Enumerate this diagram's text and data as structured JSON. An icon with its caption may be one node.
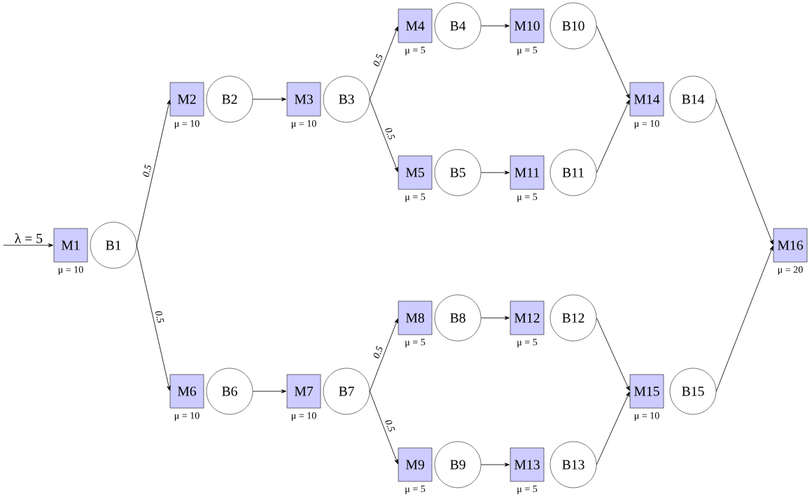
{
  "diagram": {
    "nodes": [
      {
        "text": [
          "M1"
        ],
        "beside": [
          "μ = 10"
        ]
      },
      {
        "text": [
          "B1"
        ]
      },
      {
        "text": [
          "M2"
        ],
        "beside": [
          "μ = 10"
        ]
      },
      {
        "text": [
          "B2"
        ]
      },
      {
        "text": [
          "M3"
        ],
        "beside": [
          "μ = 10"
        ]
      },
      {
        "text": [
          "B3"
        ]
      },
      {
        "text": [
          "M4"
        ],
        "beside": [
          "μ = 5"
        ]
      },
      {
        "text": [
          "B4"
        ]
      },
      {
        "text": [
          "M5"
        ],
        "beside": [
          "μ = 5"
        ]
      },
      {
        "text": [
          "B5"
        ]
      },
      {
        "text": [
          "M6"
        ],
        "beside": [
          "μ = 10"
        ]
      },
      {
        "text": [
          "B6"
        ]
      },
      {
        "text": [
          "M7"
        ],
        "beside": [
          "μ = 10"
        ]
      },
      {
        "text": [
          "B7"
        ]
      },
      {
        "text": [
          "M8"
        ],
        "beside": [
          "μ = 5"
        ]
      },
      {
        "text": [
          "B8"
        ]
      },
      {
        "text": [
          "M9"
        ],
        "beside": [
          "μ = 5"
        ]
      },
      {
        "text": [
          "B9"
        ]
      },
      {
        "text": [
          "M10"
        ],
        "beside": [
          "μ = 5"
        ]
      },
      {
        "text": [
          "B10"
        ]
      },
      {
        "text": [
          "M11"
        ],
        "beside": [
          "μ = 5"
        ]
      },
      {
        "text": [
          "B11"
        ]
      },
      {
        "text": [
          "M12"
        ],
        "beside": [
          "μ = 5"
        ]
      },
      {
        "text": [
          "B12"
        ]
      },
      {
        "text": [
          "M13"
        ],
        "beside": [
          "μ = 5"
        ]
      },
      {
        "text": [
          "B13"
        ]
      },
      {
        "text": [
          "M14"
        ],
        "beside": [
          "μ = 10"
        ]
      },
      {
        "text": [
          "B14"
        ]
      },
      {
        "text": [
          "M15"
        ],
        "beside": [
          "μ = 10"
        ]
      },
      {
        "text": [
          "B15"
        ]
      },
      {
        "text": [
          "M16"
        ],
        "beside": [
          "μ = 20"
        ]
      }
    ],
    "edges": [
      {
        "from": null,
        "to": 0,
        "arrow": "to",
        "label": "λ = 5"
      },
      {
        "from": 1,
        "to": 2,
        "arrow": "to",
        "label": "0.5"
      },
      {
        "from": 1,
        "to": 10,
        "arrow": "to",
        "label": "0.5"
      },
      {
        "from": 3,
        "to": 4,
        "arrow": "to"
      },
      {
        "from": 5,
        "to": 6,
        "arrow": "to",
        "label": "0.5"
      },
      {
        "from": 5,
        "to": 8,
        "arrow": "to",
        "label": "0.5"
      },
      {
        "from": 7,
        "to": 18,
        "arrow": "to"
      },
      {
        "from": 9,
        "to": 20,
        "arrow": "to"
      },
      {
        "from": 11,
        "to": 12,
        "arrow": "to"
      },
      {
        "from": 13,
        "to": 14,
        "arrow": "to",
        "label": "0.5"
      },
      {
        "from": 13,
        "to": 16,
        "arrow": "to",
        "label": "0.5"
      },
      {
        "from": 15,
        "to": 22,
        "arrow": "to"
      },
      {
        "from": 17,
        "to": 24,
        "arrow": "to"
      },
      {
        "from": 19,
        "to": 26,
        "arrow": "to"
      },
      {
        "from": 21,
        "to": 26,
        "arrow": "to"
      },
      {
        "from": 23,
        "to": 28,
        "arrow": "to"
      },
      {
        "from": 25,
        "to": 28,
        "arrow": "to"
      },
      {
        "from": 27,
        "to": 30,
        "arrow": "to"
      },
      {
        "from": 29,
        "to": 30,
        "arrow": "to"
      }
    ]
  }
}
